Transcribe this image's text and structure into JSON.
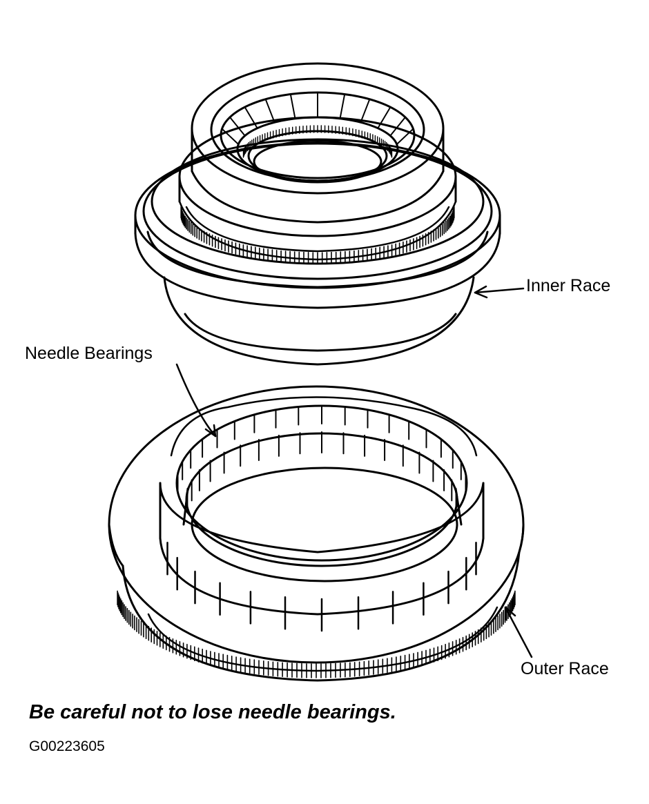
{
  "labels": {
    "inner_race": "Inner Race",
    "needle_bearings": "Needle Bearings",
    "outer_race": "Outer Race"
  },
  "caption": "Be careful not to lose needle bearings.",
  "figure_id": "G00223605",
  "colors": {
    "ink": "#000000",
    "paper": "#ffffff"
  }
}
